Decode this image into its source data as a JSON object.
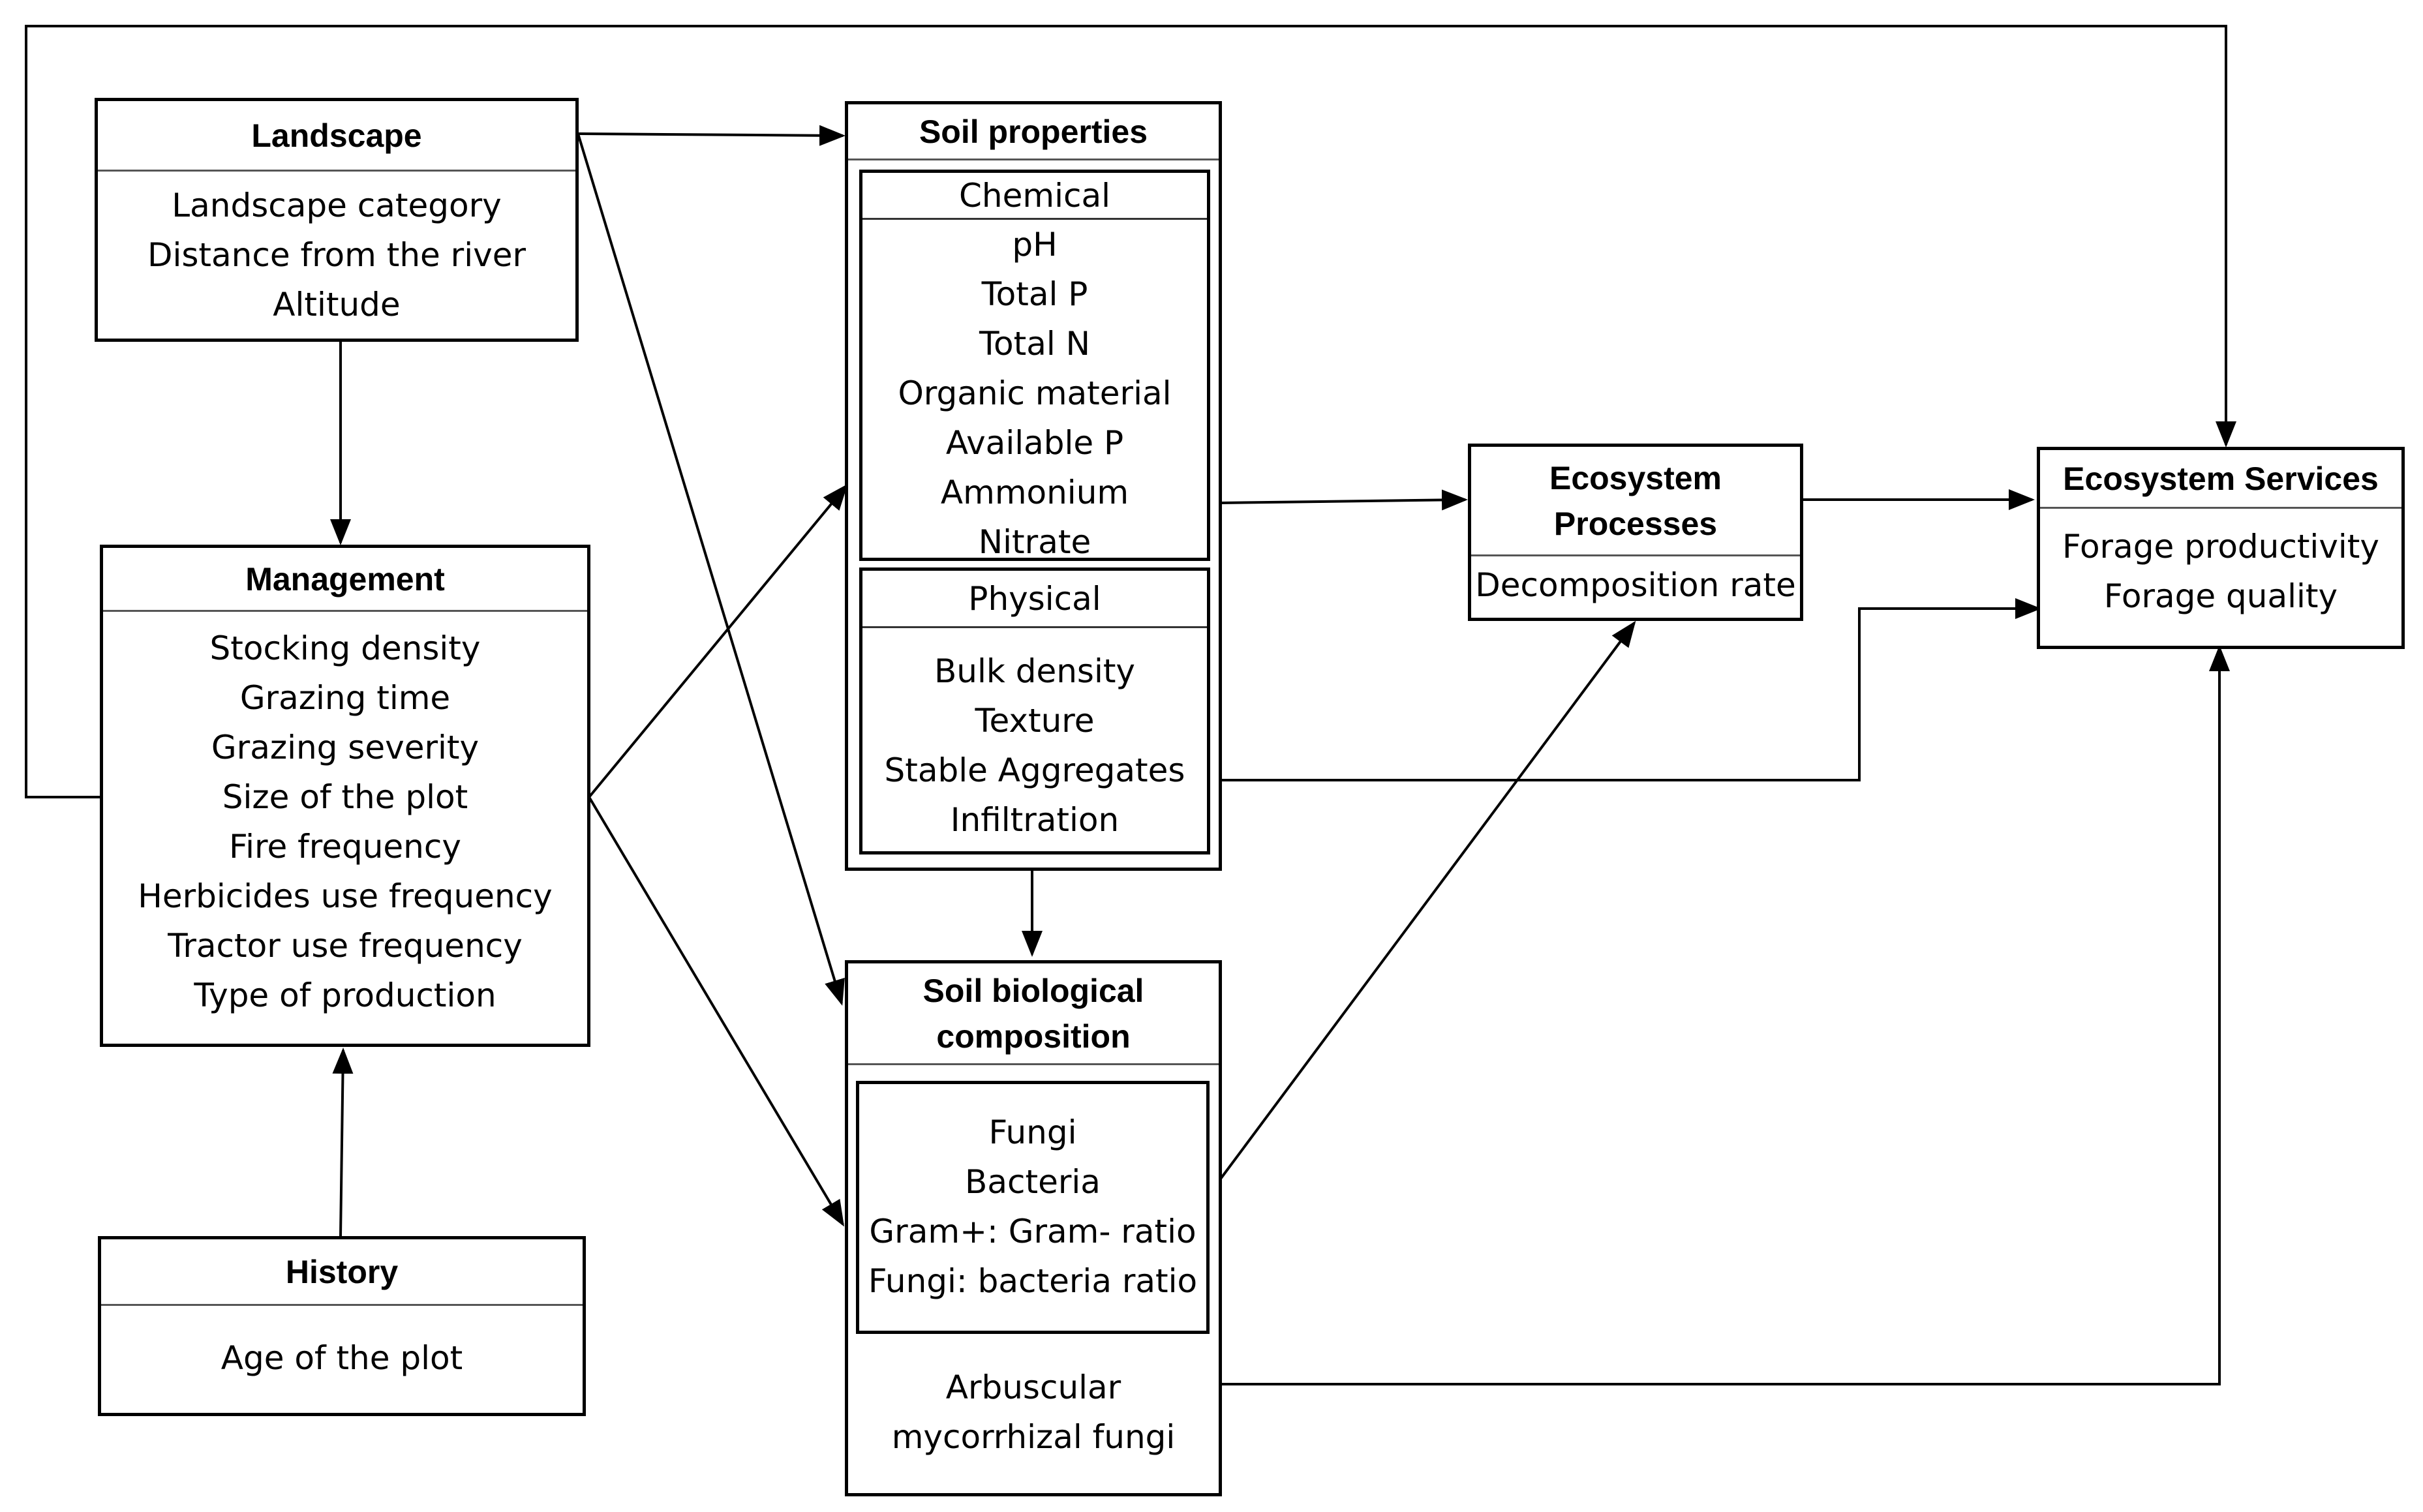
{
  "landscape": {
    "title": "Landscape",
    "items": [
      "Landscape category",
      "Distance from the river",
      "Altitude"
    ]
  },
  "management": {
    "title": "Management",
    "items": [
      "Stocking density",
      "Grazing time",
      "Grazing severity",
      "Size of the plot",
      "Fire frequency",
      "Herbicides use frequency",
      "Tractor use frequency",
      "Type of production"
    ]
  },
  "history": {
    "title": "History",
    "items": [
      "Age of the plot"
    ]
  },
  "soil_properties": {
    "title": "Soil properties",
    "chemical": {
      "title": "Chemical",
      "items": [
        "pH",
        "Total P",
        "Total N",
        "Organic material",
        "Available P",
        "Ammonium",
        "Nitrate"
      ]
    },
    "physical": {
      "title": "Physical",
      "items": [
        "Bulk density",
        "Texture",
        "Stable Aggregates",
        "Infiltration"
      ]
    }
  },
  "soil_biological": {
    "title_line1": "Soil biological",
    "title_line2": "composition",
    "inner_items": [
      "Fungi",
      "Bacteria",
      "Gram+: Gram- ratio",
      "Fungi: bacteria ratio"
    ],
    "outer_items": [
      "Arbuscular",
      "mycorrhizal fungi"
    ]
  },
  "ecosystem_processes": {
    "title_line1": "Ecosystem",
    "title_line2": "Processes",
    "items": [
      "Decomposition rate"
    ]
  },
  "ecosystem_services": {
    "title": "Ecosystem Services",
    "items": [
      "Forage productivity",
      "Forage quality"
    ]
  }
}
